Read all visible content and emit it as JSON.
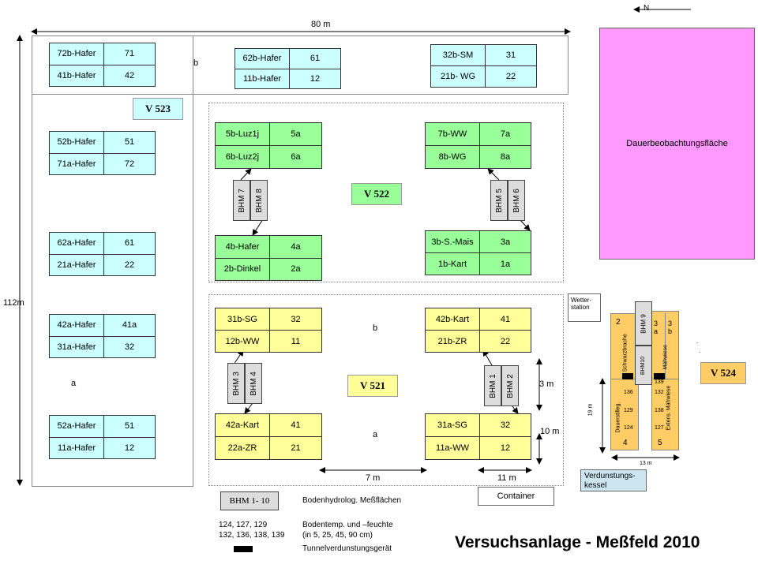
{
  "title": "Versuchsanlage - Meßfeld 2010",
  "compass": "N",
  "dimensions": {
    "width": "80 m",
    "height": "112m",
    "gap_7": "7 m",
    "gap_11": "11 m",
    "gap_3": "3 m",
    "gap_10": "10 m",
    "d19": "19 m",
    "d13": "13 m"
  },
  "field_labels": {
    "b_top": "b",
    "a_left": "a",
    "b_mid": "b",
    "a_mid": "a"
  },
  "experiments": {
    "v523": "V 523",
    "v522": "V 522",
    "v521": "V 521",
    "v524": "V 524"
  },
  "v523_plots": [
    {
      "l1": "72b-Hafer",
      "r1": "71",
      "l2": "41b-Hafer",
      "r2": "42"
    },
    {
      "l1": "52b-Hafer",
      "r1": "51",
      "l2": "71a-Hafer",
      "r2": "72"
    },
    {
      "l1": "62a-Hafer",
      "r1": "61",
      "l2": "21a-Hafer",
      "r2": "22"
    },
    {
      "l1": "42a-Hafer",
      "r1": "41a",
      "l2": "31a-Hafer",
      "r2": "32"
    },
    {
      "l1": "52a-Hafer",
      "r1": "51",
      "l2": "11a-Hafer",
      "r2": "12"
    },
    {
      "l1": "62b-Hafer",
      "r1": "61",
      "l2": "11b-Hafer",
      "r2": "12"
    },
    {
      "l1": "32b-SM",
      "r1": "31",
      "l2": "21b- WG",
      "r2": "22"
    }
  ],
  "v522_plots": [
    {
      "l1": "5b-Luz1j",
      "r1": "5a",
      "l2": "6b-Luz2j",
      "r2": "6a"
    },
    {
      "l1": "7b-WW",
      "r1": "7a",
      "l2": "8b-WG",
      "r2": "8a"
    },
    {
      "l1": "4b-Hafer",
      "r1": "4a",
      "l2": "2b-Dinkel",
      "r2": "2a"
    },
    {
      "l1": "3b-S.-Mais",
      "r1": "3a",
      "l2": "1b-Kart",
      "r2": "1a"
    }
  ],
  "v521_plots": [
    {
      "l1": "31b-SG",
      "r1": "32",
      "l2": "12b-WW",
      "r2": "11"
    },
    {
      "l1": "42b-Kart",
      "r1": "41",
      "l2": "21b-ZR",
      "r2": "22"
    },
    {
      "l1": "42a-Kart",
      "r1": "41",
      "l2": "22a-ZR",
      "r2": "21"
    },
    {
      "l1": "31a-SG",
      "r1": "32",
      "l2": "11a-WW",
      "r2": "12"
    }
  ],
  "bhm": [
    "BHM 7",
    "BHM 8",
    "BHM 5",
    "BHM 6",
    "BHM 3",
    "BHM 4",
    "BHM 1",
    "BHM 2",
    "BHM 9",
    "BHM10"
  ],
  "dauer": "Dauerbeobachtungsfläche",
  "wetter": "Wetter-\nstation",
  "v524": {
    "n2": "2",
    "n3a": "3\na",
    "n3b": "3\nb",
    "n4": "4",
    "n5": "5",
    "schwarz": "Schwarzbrache",
    "mahwiese": "Mähwiese",
    "dauer": "Dauerstilleg.",
    "extens": "Extens. Mähwiese",
    "nums_left": [
      "136",
      "129",
      "124"
    ],
    "nums_right": [
      "139",
      "132",
      "138",
      "127"
    ]
  },
  "verdunstung": "Verdunstungs-\nkessel",
  "container": "Container",
  "legend": {
    "bhm_box": "BHM 1- 10",
    "bhm_text": "Bodenhydrolog. Meßflächen",
    "temp_nums1": "124, 127, 129",
    "temp_nums2": "132, 136, 138, 139",
    "temp_text1": "Bodentemp. und –feuchte",
    "temp_text2": "(in 5, 25, 45, 90 cm)",
    "tunnel": "Tunnelverdunstungsgerät"
  },
  "colors": {
    "cyan": "#ccffff",
    "green": "#99ff99",
    "yellow": "#ffff99",
    "magenta": "#ff99ff",
    "orange": "#ffcc66"
  }
}
